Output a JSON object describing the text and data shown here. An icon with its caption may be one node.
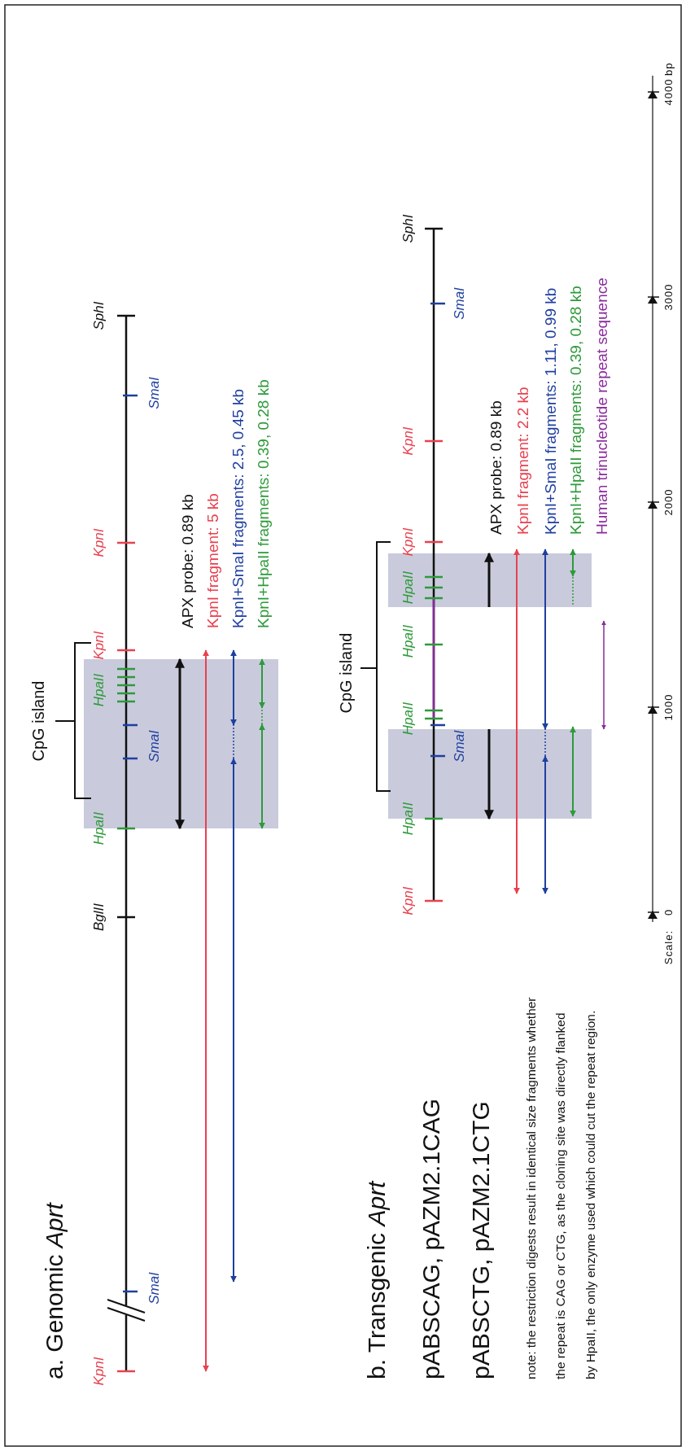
{
  "diagram": {
    "labels": [
      "a. Genomic *Aprt*",
      "KpnI",
      "SmaI",
      "BglII",
      "HpaII",
      "SmaI",
      "HpaII",
      "KpnI",
      "KpnI",
      "SmaI",
      "SphI",
      "CpG island",
      "APX probe: 0.89 kb",
      "KpnI fragment: 5 kb",
      "KpnI+SmaI fragments: 2.5, 0.45 kb",
      "KpnI+HpaII fragments: 0.39, 0.28 kb",
      "b. Transgenic *Aprt*",
      "pABSCAG, pAZM2.1CAG",
      "pABSCTG, pAZM2.1CTG",
      "note: the restriction digests result in identical size fragments whether the repeat is CAG or CTG, as the cloning site was directly flanked by HpaII, the only enzyme used which could cut the repeat region.",
      "KpnI",
      "HpaII",
      "SmaI",
      "HpaII",
      "HpaII",
      "HpaII",
      "KpnI",
      "KpnI",
      "SmaI",
      "SphI",
      "CpG island",
      "APX probe: 0.89 kb",
      "KpnI fragment: 2.2 kb",
      "KpnI+SmaI fragments: 1.11, 0.99 kb",
      "KpnI+HpaII fragments: 0.39, 0.28 kb",
      "Human trinucleotide repeat sequence",
      "Scale:",
      "0",
      "1000",
      "2000",
      "3000",
      "4000",
      "bp"
    ]
  }
}
